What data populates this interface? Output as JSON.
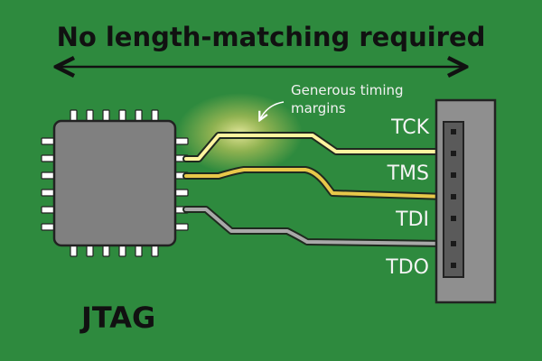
{
  "title": "No length-matching required",
  "annotation": "Generous timing margins",
  "signals": [
    "TCK",
    "TMS",
    "TDI",
    "TDO"
  ],
  "chip_label": "JTAG",
  "colors": {
    "board": "#2e8a3e",
    "chip_body": "#808080",
    "connector_body": "#8f8f8f",
    "trace_tck": "#fff4a0",
    "trace_tms": "#e8c84a",
    "trace_tdi": "#a9a9a9",
    "glow": "#ffe066"
  },
  "icons": [
    "double-arrow-icon",
    "curved-arrow-icon",
    "chip-icon",
    "pin-header-icon"
  ]
}
